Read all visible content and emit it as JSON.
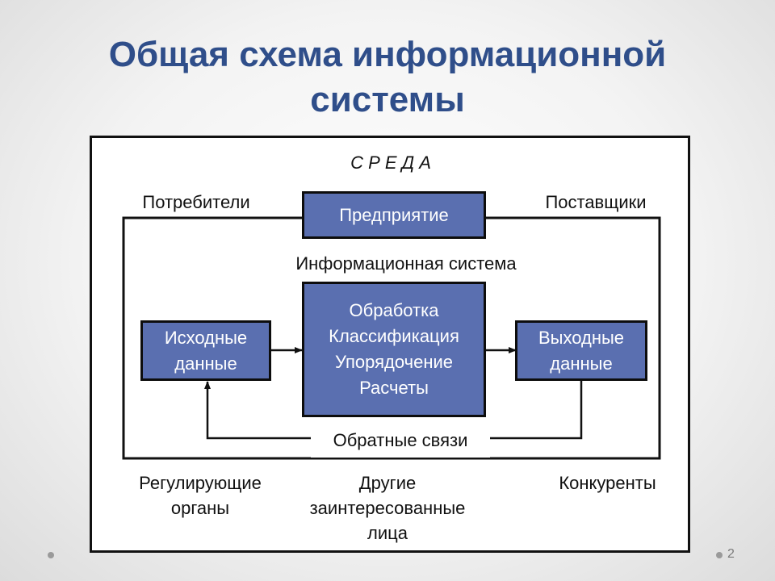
{
  "title": {
    "line1": "Общая схема информационной",
    "line2": "системы"
  },
  "environment_label": "С Р Е Д А",
  "consumers_label": "Потребители",
  "suppliers_label": "Поставщики",
  "enterprise_label": "Предприятие",
  "is_label": "Информационная система",
  "input_box": {
    "line1": "Исходные",
    "line2": "данные"
  },
  "processing_box": {
    "line1": "Обработка",
    "line2": "Классификация",
    "line3": "Упорядочение",
    "line4": "Расчеты"
  },
  "output_box": {
    "line1": "Выходные",
    "line2": "данные"
  },
  "feedback_label": "Обратные связи",
  "regulators": {
    "line1": "Регулирующие",
    "line2": "органы"
  },
  "others": {
    "line1": "Другие",
    "line2": "заинтересованные",
    "line3": "лица"
  },
  "competitors_label": "Конкуренты",
  "page_number": "2"
}
